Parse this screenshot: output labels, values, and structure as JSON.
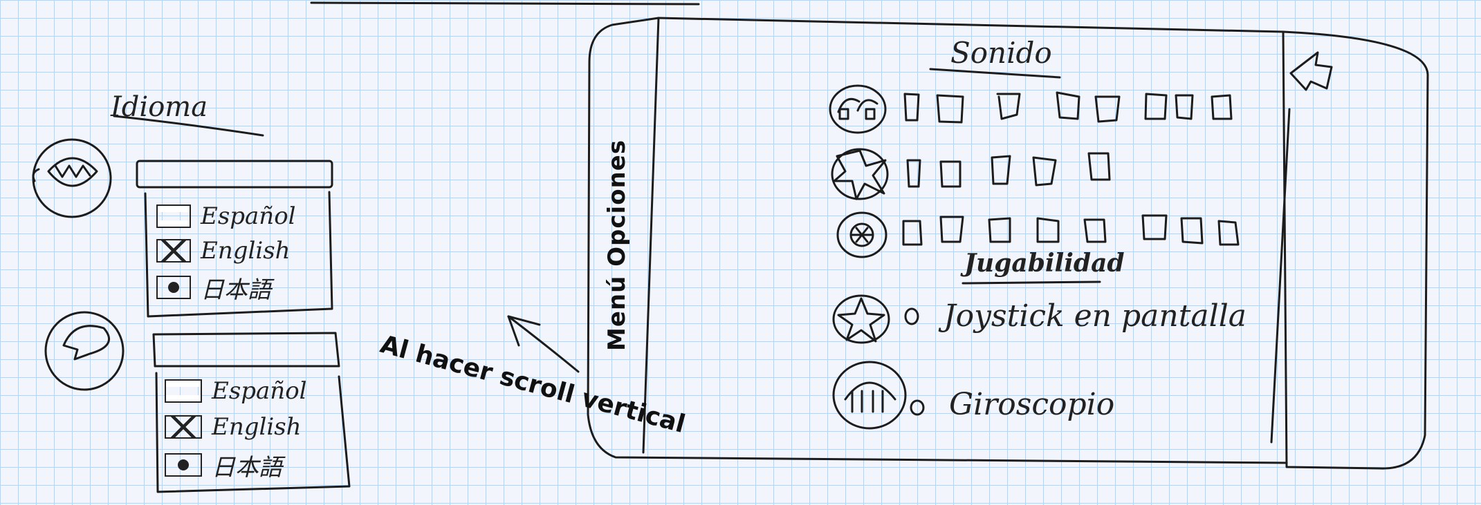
{
  "idioma": {
    "title": "Idioma",
    "dropdown_1": {
      "options": [
        "Español",
        "English",
        "日本語"
      ]
    },
    "dropdown_2": {
      "options": [
        "Español",
        "English",
        "日本語"
      ]
    }
  },
  "annotation": {
    "scroll_note": "Al hacer scroll vertical"
  },
  "options_screen": {
    "side_label": "Menú Opciones",
    "sound": {
      "title": "Sonido",
      "rows": [
        {
          "icon": "headphones-icon",
          "boxes": 8
        },
        {
          "icon": "burst-icon",
          "boxes": 5
        },
        {
          "icon": "gear-icon",
          "boxes": 8
        }
      ]
    },
    "gameplay": {
      "title": "Jugabilidad",
      "options": [
        {
          "icon": "star-icon",
          "label": "Joystick en pantalla"
        },
        {
          "icon": "gyroscope-icon",
          "label": "Giroscopio"
        }
      ]
    }
  }
}
